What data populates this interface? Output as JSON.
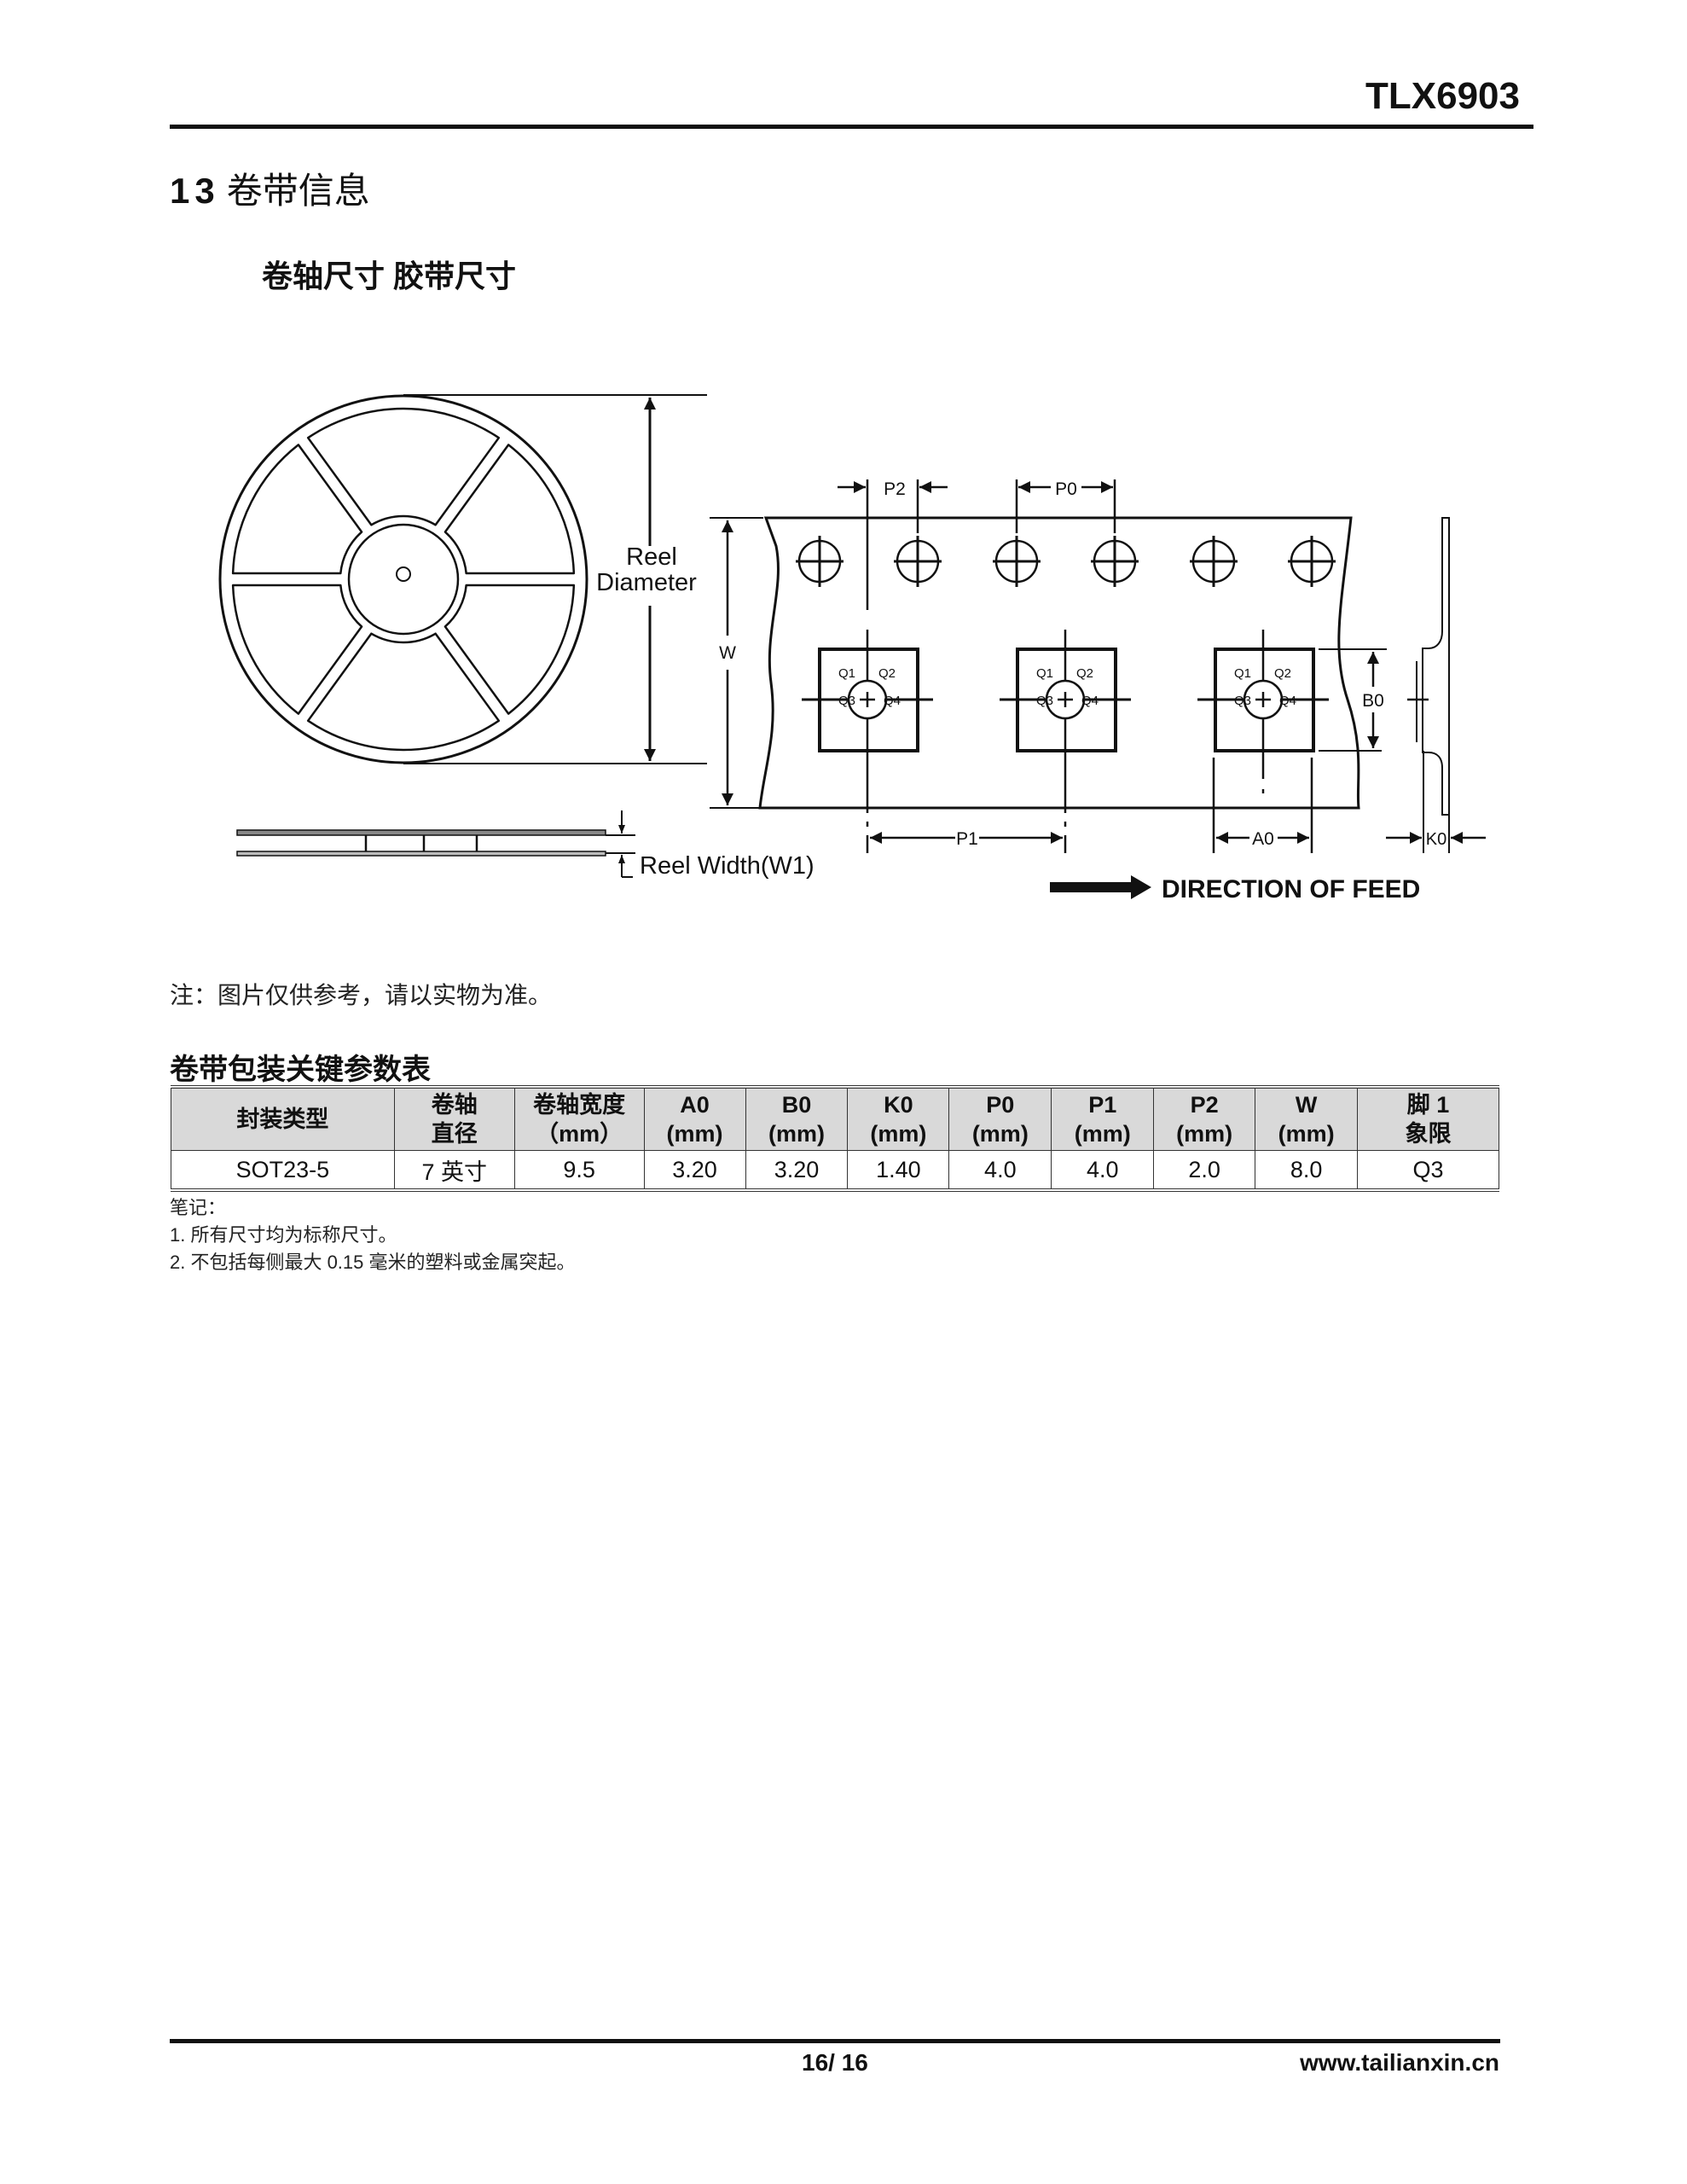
{
  "header": {
    "doc_code": "TLX6903"
  },
  "section": {
    "number": "13",
    "title": "卷带信息"
  },
  "subtitle": "卷轴尺寸 胶带尺寸",
  "diagram": {
    "reel_label_1": "Reel",
    "reel_label_2": "Diameter",
    "reel_width_label": "Reel Width(W1)",
    "p2": "P2",
    "p0": "P0",
    "p1": "P1",
    "a0": "A0",
    "b0": "B0",
    "k0": "K0",
    "w": "W",
    "q1": "Q1",
    "q2": "Q2",
    "q3": "Q3",
    "q4": "Q4",
    "feed_label": "DIRECTION OF FEED"
  },
  "note": "注：图片仅供参考，请以实物为准。",
  "table": {
    "title": "卷带包装关键参数表",
    "headers": [
      [
        "封装类型",
        ""
      ],
      [
        "卷轴",
        "直径"
      ],
      [
        "卷轴宽度",
        "（mm）"
      ],
      [
        "A0",
        "(mm)"
      ],
      [
        "B0",
        "(mm)"
      ],
      [
        "K0",
        "(mm)"
      ],
      [
        "P0",
        "(mm)"
      ],
      [
        "P1",
        "(mm)"
      ],
      [
        "P2",
        "(mm)"
      ],
      [
        "W",
        "(mm)"
      ],
      [
        "脚 1",
        "象限"
      ]
    ],
    "rows": [
      [
        "SOT23-5",
        "7 英寸",
        "9.5",
        "3.20",
        "3.20",
        "1.40",
        "4.0",
        "4.0",
        "2.0",
        "8.0",
        "Q3"
      ]
    ]
  },
  "notes": {
    "heading": "笔记：",
    "items": [
      "1. 所有尺寸均为标称尺寸。",
      "2. 不包括每侧最大 0.15 毫米的塑料或金属突起。"
    ]
  },
  "footer": {
    "page": "16/ 16",
    "site": "www.tailianxin.cn"
  }
}
